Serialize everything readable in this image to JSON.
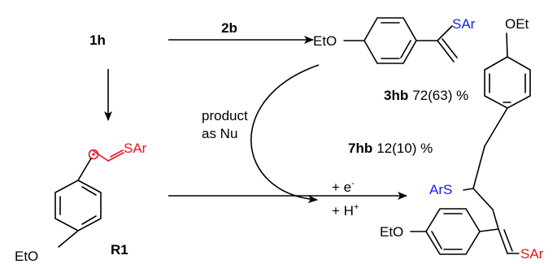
{
  "compounds": {
    "start": "1h",
    "reagent": "2b",
    "radical": "R1",
    "product_main_code": "3hb",
    "product_main_yield": "72(63) %",
    "product_side_code": "7hb",
    "product_side_yield": "12(10) %"
  },
  "groups": {
    "eto": "EtO",
    "oet": "OEt",
    "sar": "SAr",
    "ars": "ArS"
  },
  "conditions": {
    "nu_line1": "product",
    "nu_line2": "as Nu",
    "electron": "+ e",
    "electron_sup": "-",
    "proton": "+ H",
    "proton_sup": "+"
  },
  "colors": {
    "heteroatom_red": "#e8141e",
    "heteroatom_blue": "#1a1aee"
  }
}
